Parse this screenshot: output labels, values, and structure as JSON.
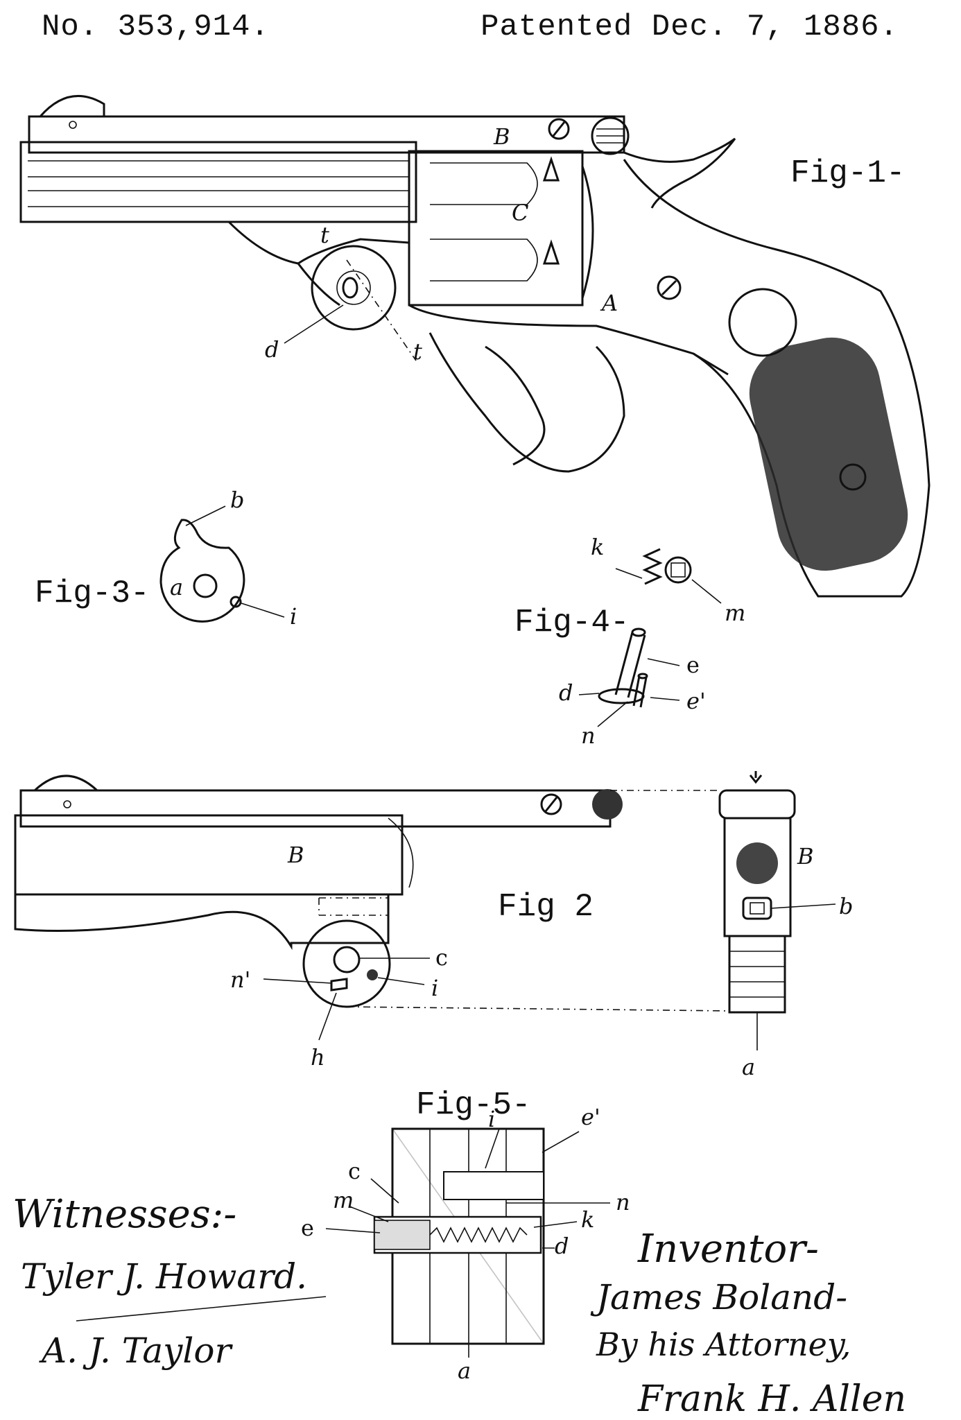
{
  "header": {
    "patent_number": "No. 353,914.",
    "patent_date": "Patented Dec. 7, 1886."
  },
  "figures": {
    "fig1": {
      "title": "Fig-1-",
      "labels": [
        "B",
        "C",
        "A",
        "d",
        "t",
        "t"
      ]
    },
    "fig2": {
      "title": "Fig 2",
      "labels": [
        "B",
        "c",
        "n'",
        "i",
        "h",
        "B",
        "b",
        "a"
      ]
    },
    "fig3": {
      "title": "Fig-3-",
      "labels": [
        "b",
        "a",
        "i"
      ]
    },
    "fig4": {
      "title": "Fig-4-",
      "labels": [
        "k",
        "m",
        "e",
        "d",
        "e'",
        "n"
      ]
    },
    "fig5": {
      "title": "Fig-5-",
      "labels": [
        "e'",
        "i",
        "c",
        "n",
        "m",
        "k",
        "e",
        "d",
        "a"
      ]
    }
  },
  "signatures": {
    "witnesses_heading": "Witnesses:-",
    "witness_1": "Tyler J. Howard.",
    "witness_2": "A. J. Taylor",
    "inventor_heading": "Inventor-",
    "inventor": "James Boland-",
    "by_attorney": "By his Attorney,",
    "attorney": "Frank H. Allen"
  }
}
